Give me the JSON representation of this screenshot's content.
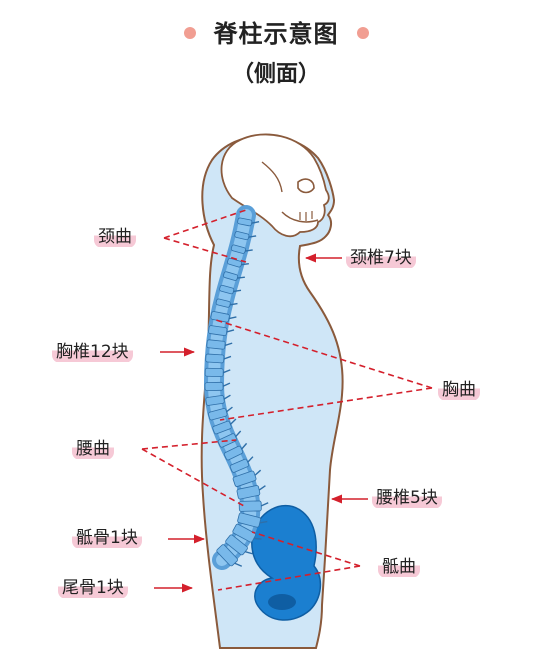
{
  "title": "脊柱示意图",
  "subtitle": "（侧面）",
  "colors": {
    "accent_dot": "#f19e92",
    "label_highlight": "#f6c9d6",
    "body_fill": "#cfe6f7",
    "outline": "#8a5a3c",
    "vertebra": "#79b9ea",
    "pelvis": "#1b7fd0",
    "arrow": "#d4202c"
  },
  "labels": {
    "cervical_curve": "颈曲",
    "cervical_vertebrae": "颈椎7块",
    "thoracic_vertebrae": "胸椎12块",
    "thoracic_curve": "胸曲",
    "lumbar_curve": "腰曲",
    "lumbar_vertebrae": "腰椎5块",
    "sacrum": "骶骨1块",
    "sacral_curve": "骶曲",
    "coccyx": "尾骨1块"
  }
}
